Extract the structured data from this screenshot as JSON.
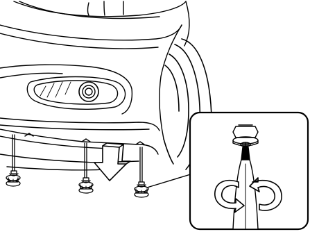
{
  "figure": {
    "subject": "front-bumper-underside-removal",
    "fastener_count": 3,
    "removal_direction": "down",
    "inset": {
      "tool": "flat-blade-screwdriver",
      "rotation": "counterclockwise-loosen",
      "fastener_type": "phillips-head-bolt"
    }
  },
  "colors": {
    "line": "#000000",
    "fill": "#ffffff",
    "arrow_fill": "#ffffff",
    "inset_border": "#000000"
  },
  "icons": [
    "car-body-icon",
    "fog-lamp-icon",
    "wheel-icon",
    "screw-icon",
    "down-arrow-icon",
    "screwdriver-icon",
    "rotation-arrow-icon"
  ]
}
